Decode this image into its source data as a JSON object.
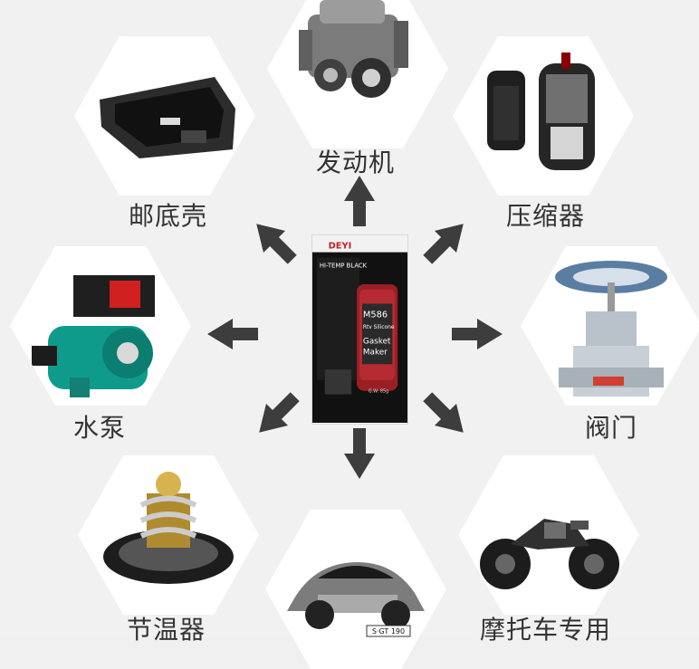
{
  "center_product": {
    "brand": "DEYI",
    "line1": "HI-TEMP BLACK",
    "model": "M586",
    "rtv": "Rtv Silicone",
    "gasket": "Gasket",
    "maker": "Maker",
    "weight": "G.W: 85g"
  },
  "applications": [
    {
      "label": "发动机",
      "icon": "engine-icon"
    },
    {
      "label": "邮底壳",
      "icon": "oil-pan-icon"
    },
    {
      "label": "压缩器",
      "icon": "compressor-icon"
    },
    {
      "label": "水泵",
      "icon": "water-pump-icon"
    },
    {
      "label": "阀门",
      "icon": "valve-icon"
    },
    {
      "label": "节温器",
      "icon": "thermostat-icon"
    },
    {
      "label": "摩托车专用",
      "icon": "motorcycle-icon"
    }
  ],
  "car_plate": "S·GT 190",
  "colors": {
    "background": "#f1f1f1",
    "hexagon": "#ffffff",
    "arrow": "#3d3d3d",
    "label": "#333333"
  }
}
